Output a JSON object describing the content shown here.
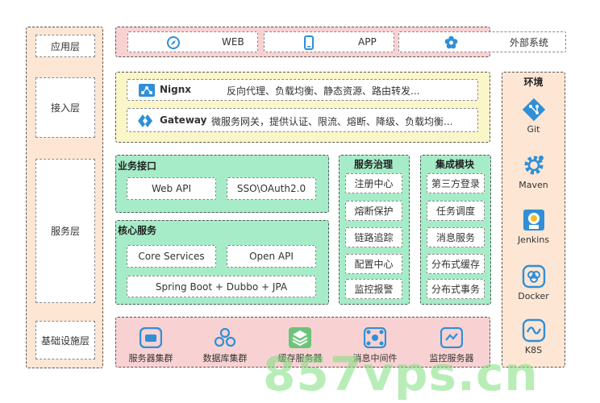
{
  "layers": {
    "app": "应用层",
    "access": "接入层",
    "service": "服务层",
    "infra": "基础设施层"
  },
  "app_layer": {
    "items": [
      "WEB",
      "APP",
      "外部系统"
    ]
  },
  "access_layer": {
    "nginx": {
      "name": "Nignx",
      "desc": "反向代理、负载均衡、静态资源、路由转发..."
    },
    "gateway": {
      "name": "Gateway",
      "desc": "微服务网关，提供认证、限流、熔断、降级、负载均衡..."
    }
  },
  "business_api": {
    "title": "业务接口",
    "items": [
      "Web API",
      "SSO\\OAuth2.0"
    ]
  },
  "core_services": {
    "title": "核心服务",
    "items": [
      "Core Services",
      "Open API",
      "Spring Boot + Dubbo + JPA"
    ]
  },
  "governance": {
    "title": "服务治理",
    "items": [
      "注册中心",
      "熔断保护",
      "链路追踪",
      "配置中心",
      "监控报警"
    ]
  },
  "integration": {
    "title": "集成模块",
    "items": [
      "第三方登录",
      "任务调度",
      "消息服务",
      "分布式缓存",
      "分布式事务"
    ]
  },
  "infrastructure": {
    "items": [
      "服务器集群",
      "数据库集群",
      "缓存服务器",
      "消息中间件",
      "监控服务器"
    ]
  },
  "environment": {
    "title": "环境",
    "items": [
      "Git",
      "Maven",
      "Jenkins",
      "Docker",
      "K8S"
    ]
  },
  "colors": {
    "peach": "#fde6d4",
    "pink": "#f8d2d2",
    "yellow": "#fbf6c8",
    "green": "#a6ecc8",
    "icon_blue": "#2f8fd8"
  },
  "watermark": "857vps.cn"
}
